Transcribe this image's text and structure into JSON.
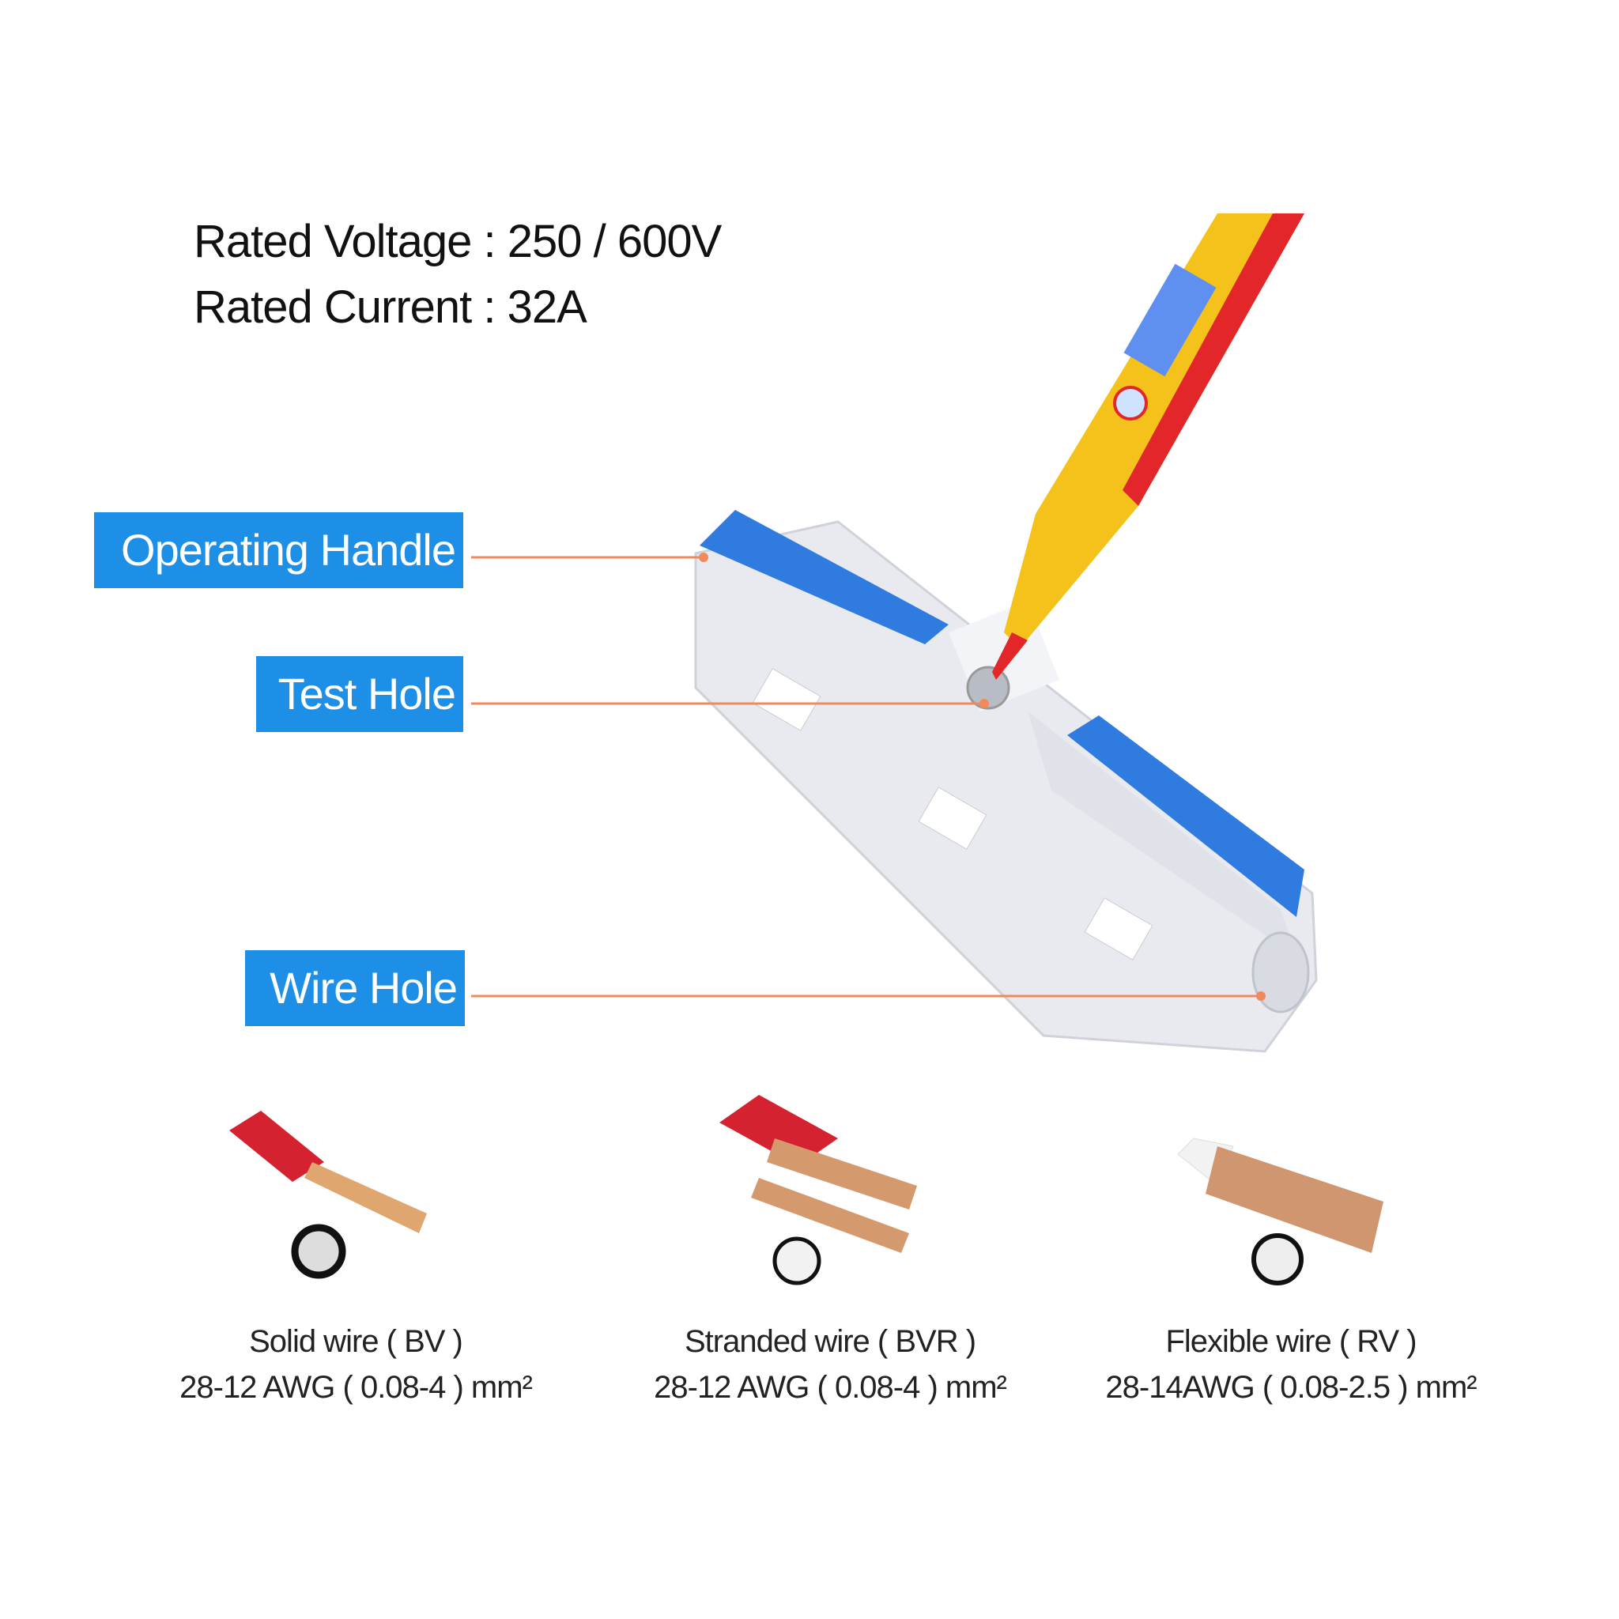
{
  "specs": {
    "voltage": "Rated Voltage : 250 / 600V",
    "current": "Rated Current : 32A"
  },
  "callouts": {
    "operating_handle": "Operating Handle",
    "test_hole": "Test Hole",
    "wire_hole": "Wire Hole"
  },
  "wire_types": [
    {
      "name": "Solid wire ( BV )",
      "range": "28-12 AWG ( 0.08-4 ) mm²"
    },
    {
      "name": "Stranded wire ( BVR )",
      "range": "28-12 AWG ( 0.08-4 ) mm²"
    },
    {
      "name": "Flexible wire ( RV )",
      "range": "28-14AWG ( 0.08-2.5 ) mm²"
    }
  ],
  "colors": {
    "callout_bg": "#1e8fe6",
    "leader_line": "#f08a5d",
    "handle_blue": "#2f7be0",
    "body_gray": "#e6e8ee"
  }
}
